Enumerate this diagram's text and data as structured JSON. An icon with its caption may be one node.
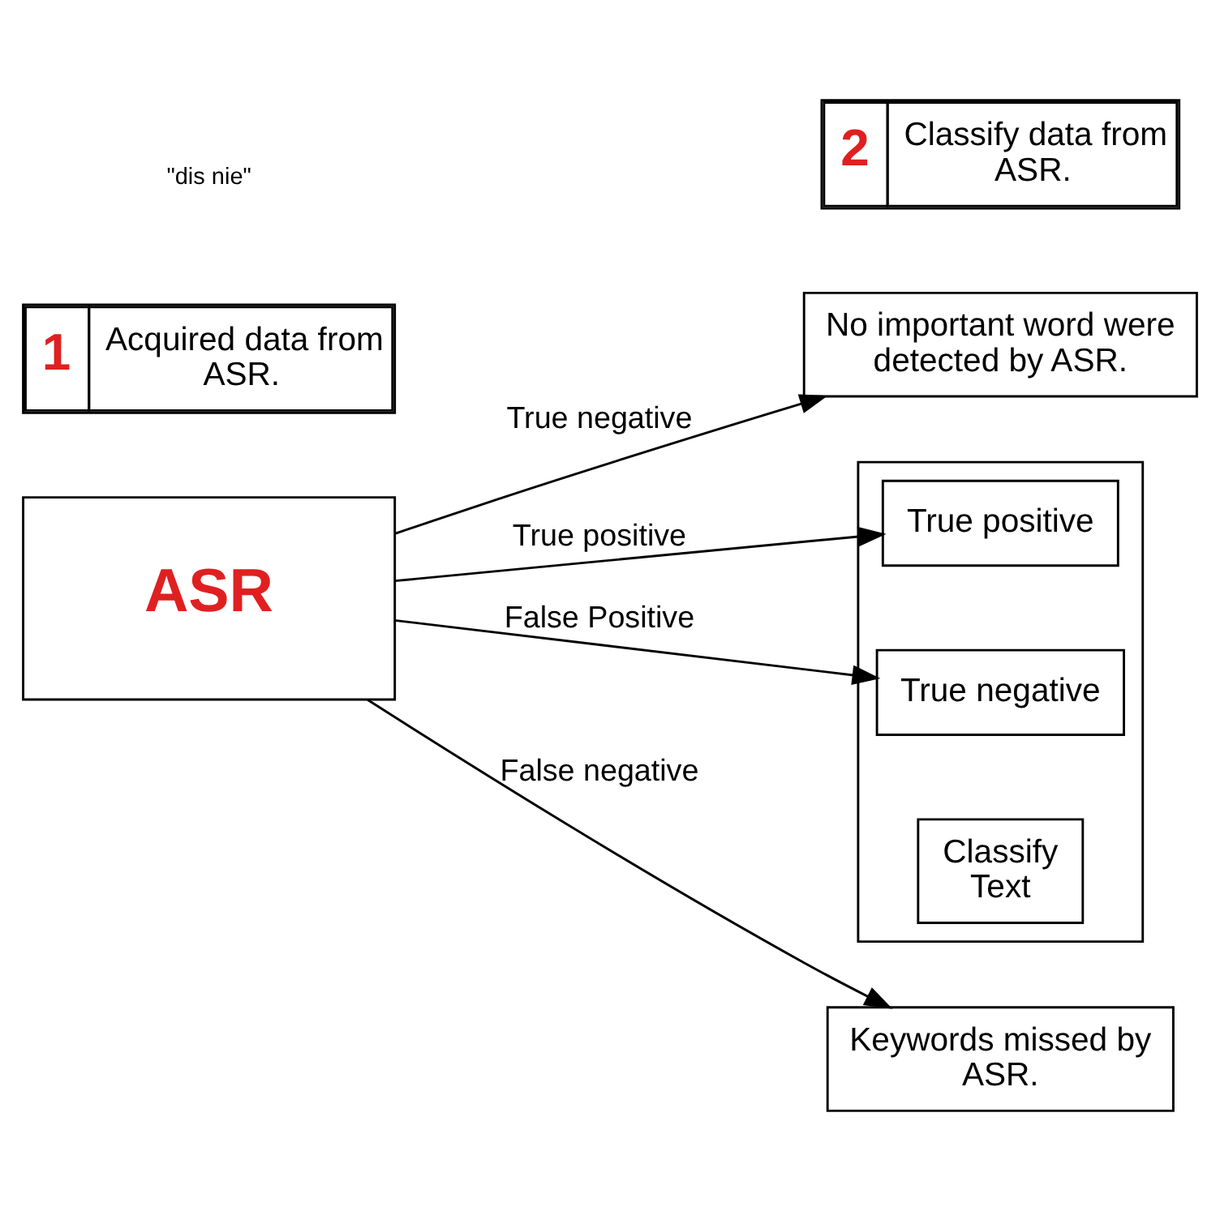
{
  "diagram": {
    "nodes": [
      {
        "text": [
          "1",
          "Acquired data from ASR."
        ]
      },
      {
        "text": [
          "2",
          "Classify data from ASR."
        ]
      },
      {
        "text": [
          "ASR"
        ]
      },
      {
        "text": [
          "No important word were detected by ASR."
        ]
      },
      {
        "text": [],
        "shape": "box"
      },
      {
        "text": [
          "True positive"
        ],
        "in": 4
      },
      {
        "text": [
          "True negative"
        ],
        "in": 4
      },
      {
        "text": [
          "Classify Text"
        ],
        "in": 4
      },
      {
        "text": [
          "Keywords missed by ASR."
        ]
      }
    ],
    "edges": [
      {
        "from": 2,
        "to": 3,
        "arrow": "to",
        "label": "True negative"
      },
      {
        "from": 2,
        "to": 5,
        "arrow": "to",
        "label": "True positive"
      },
      {
        "from": 2,
        "to": 6,
        "arrow": "to",
        "label": "False Positive"
      },
      {
        "from": 2,
        "to": 8,
        "arrow": "to",
        "label": "False negative"
      }
    ],
    "labels": [
      "\"dis nie\""
    ]
  }
}
